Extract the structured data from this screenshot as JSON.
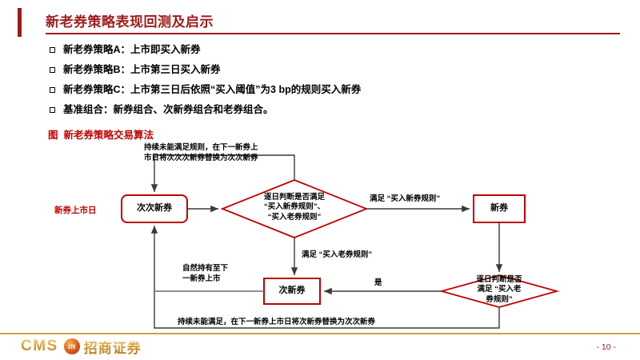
{
  "slide": {
    "title": "新老券策略表现回测及启示",
    "page_number": "- 10 -",
    "accent_color": "#9E1B1B",
    "figure_color": "#C00000",
    "footer_rule_color": "#C7A14A"
  },
  "bullets": [
    {
      "text": "新老券策略A：上市即买入新券"
    },
    {
      "text": "新老券策略B：上市第三日买入新券"
    },
    {
      "text": "新老券策略C：上市第三日后依照“买入阈值”为3 bp的规则买入新券"
    },
    {
      "text": "基准组合：新券组合、次新券组合和老券组合。"
    }
  ],
  "figure": {
    "label": "图",
    "caption": "新老券策略交易算法",
    "side_label": "新券上市日",
    "nodes": {
      "node_cicixinquan": "次次新券",
      "node_cixinquan": "次新券",
      "node_xinquan": "新券",
      "decision_main_line1": "逐日判断是否满足",
      "decision_main_line2": "“买入新券规则”、",
      "decision_main_line3": "“买入老券规则”",
      "decision_right_line1": "逐日判断是否",
      "decision_right_line2": "满足 “买入老",
      "decision_right_line3": "券规则”"
    },
    "edges": {
      "top_loop_line1": "持续未能满足规则，在下一新券上",
      "top_loop_line2": "市日将次次次新券替换为次次新券",
      "to_xinquan": "满足 “买入新券规则”",
      "to_cixinquan": "满足 “买入老券规则”",
      "hold_line1": "自然持有至下",
      "hold_line2": "一新券上市",
      "yes": "是",
      "bottom_loop": "持续未能满足，在下一新券上市日将次新券替换为次次新券"
    }
  },
  "footer": {
    "logo_text_en": "CMS",
    "logo_text_cn": "招商证券"
  }
}
